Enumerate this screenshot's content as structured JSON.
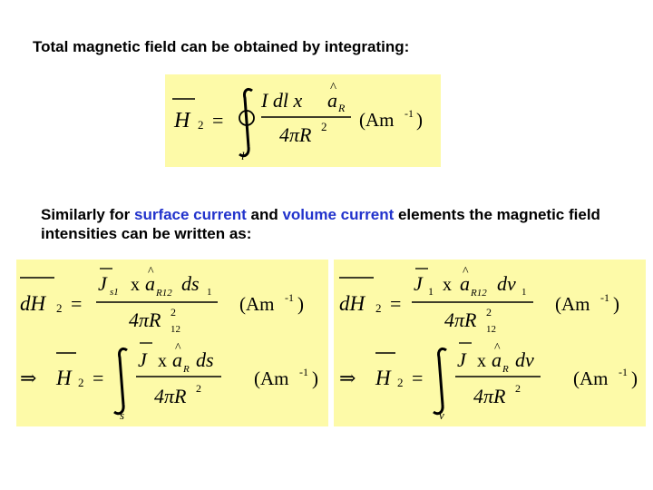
{
  "text": {
    "intro": "Total magnetic field can be obtained by integrating:",
    "similar_pre": "Similarly for ",
    "surface": "surface current",
    "and": " and ",
    "volume": "volume current",
    "similar_post": " elements the magnetic field intensities can be written as:"
  },
  "colors": {
    "box_bg": "#fdfaa8",
    "highlight_blue": "#2233cc"
  },
  "eq_line": {
    "lhs_H": "H",
    "sub_2": "2",
    "eq": "=",
    "num": "I dl x",
    "a": "a",
    "hat": "^",
    "a_sub": "R",
    "den": "4πR",
    "sup2": "2",
    "contour": "l",
    "unit_open": "(Am",
    "unit_exp": "-1",
    "unit_close": ")"
  },
  "eq_surface": {
    "d_lhs": "dH",
    "sub_2": "2",
    "eq": "=",
    "num_J": "J",
    "num_J_sub": "s1",
    "num_x": "x",
    "a": "a",
    "a_sub": "R12",
    "num_d": "ds",
    "num_d_sub": "1",
    "den": "4πR",
    "den_sup": "2",
    "den_sub": "12",
    "unit_open": "(Am",
    "unit_exp": "-1",
    "unit_close": ")",
    "implies": "⇒",
    "int_H": "H",
    "int_J": "J",
    "int_x": "x",
    "int_a": "a",
    "int_a_sub": "R",
    "int_d": "ds",
    "int_lim": "s",
    "int_den": "4πR",
    "int_sup": "2"
  },
  "eq_volume": {
    "d_lhs": "dH",
    "sub_2": "2",
    "eq": "=",
    "num_J": "J",
    "num_J_sub": "1",
    "num_x": "x",
    "a": "a",
    "a_sub": "R12",
    "num_d": "dv",
    "num_d_sub": "1",
    "den": "4πR",
    "den_sup": "2",
    "den_sub": "12",
    "unit_open": "(Am",
    "unit_exp": "-1",
    "unit_close": ")",
    "implies": "⇒",
    "int_H": "H",
    "int_J": "J",
    "int_x": "x",
    "int_a": "a",
    "int_a_sub": "R",
    "int_d": "dv",
    "int_lim": "v",
    "int_den": "4πR",
    "int_sup": "2"
  }
}
